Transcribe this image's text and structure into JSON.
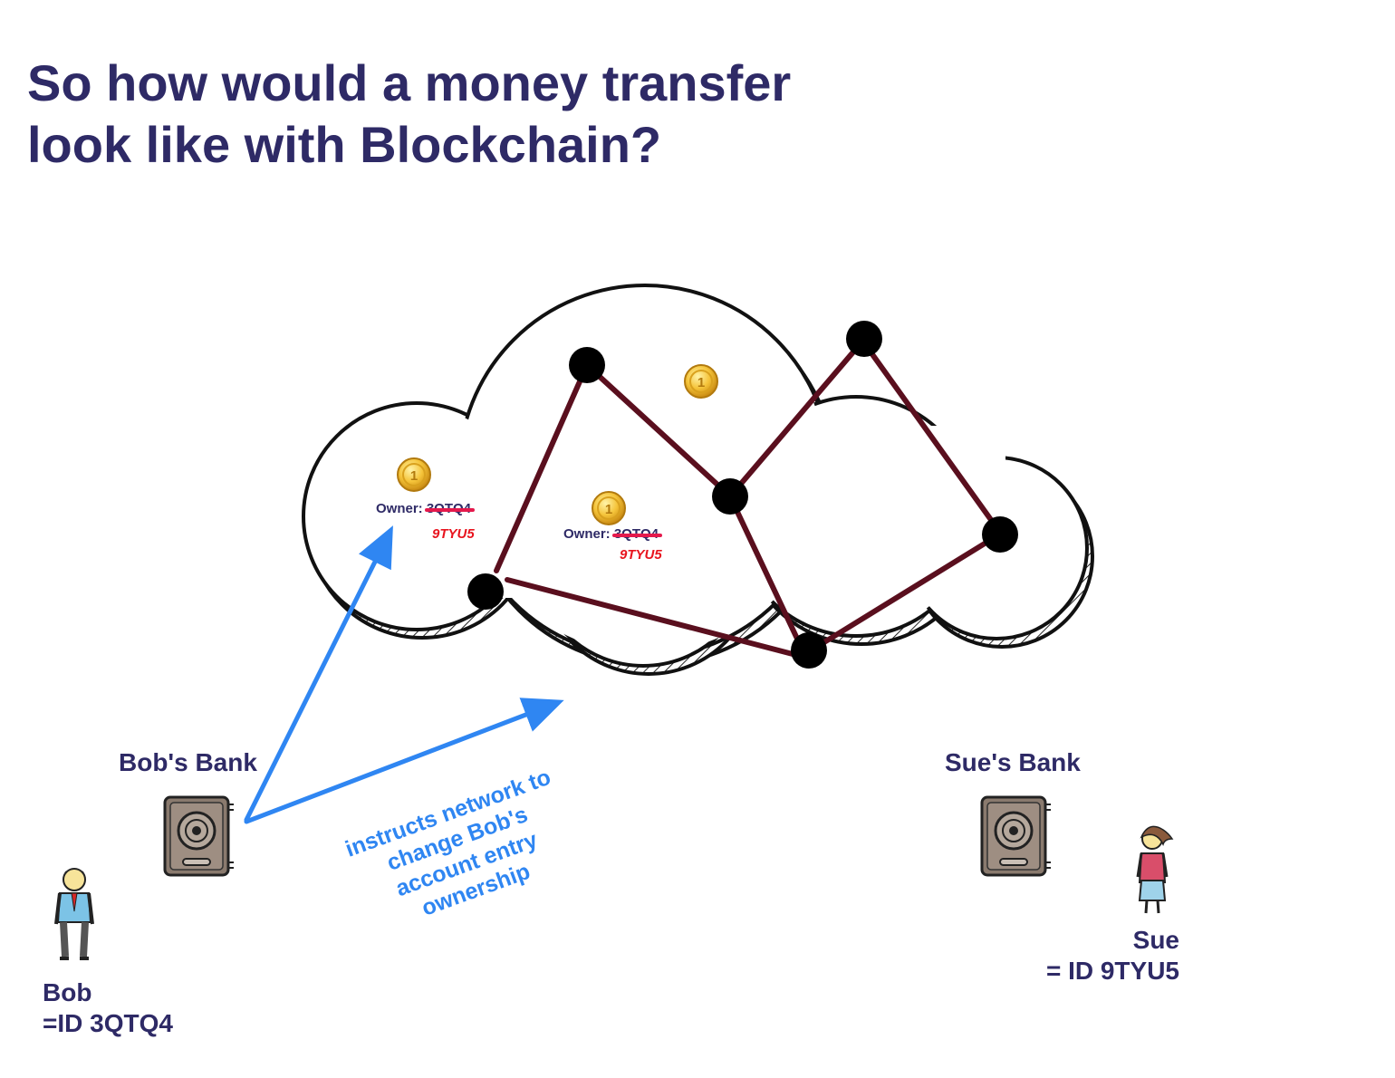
{
  "title": {
    "line1": "So how would a money transfer",
    "line2": "look like with Blockchain?"
  },
  "ledger_entries": [
    {
      "owner_label": "Owner: ",
      "old_id": "3QTQ4",
      "new_id": "9TYU5"
    },
    {
      "owner_label": "Owner: ",
      "old_id": "3QTQ4",
      "new_id": "9TYU5"
    }
  ],
  "banks": {
    "bob": "Bob's Bank",
    "sue": "Sue's Bank"
  },
  "people": {
    "bob": {
      "name": "Bob",
      "id_line": "=ID 3QTQ4"
    },
    "sue": {
      "name": "Sue",
      "id_line": "= ID 9TYU5"
    }
  },
  "instruction_text": "instructs network to change Bob's account entry ownership",
  "colors": {
    "title": "#2e2a66",
    "network_edge": "#5a0f1e",
    "instruction_arrow": "#2f86f2",
    "strike": "#e4194c",
    "new_id": "#e8141e",
    "coin": "#f2b632"
  },
  "icons": [
    "cloud-icon",
    "coin-icon",
    "node-icon",
    "safe-icon",
    "man-icon",
    "woman-icon"
  ]
}
